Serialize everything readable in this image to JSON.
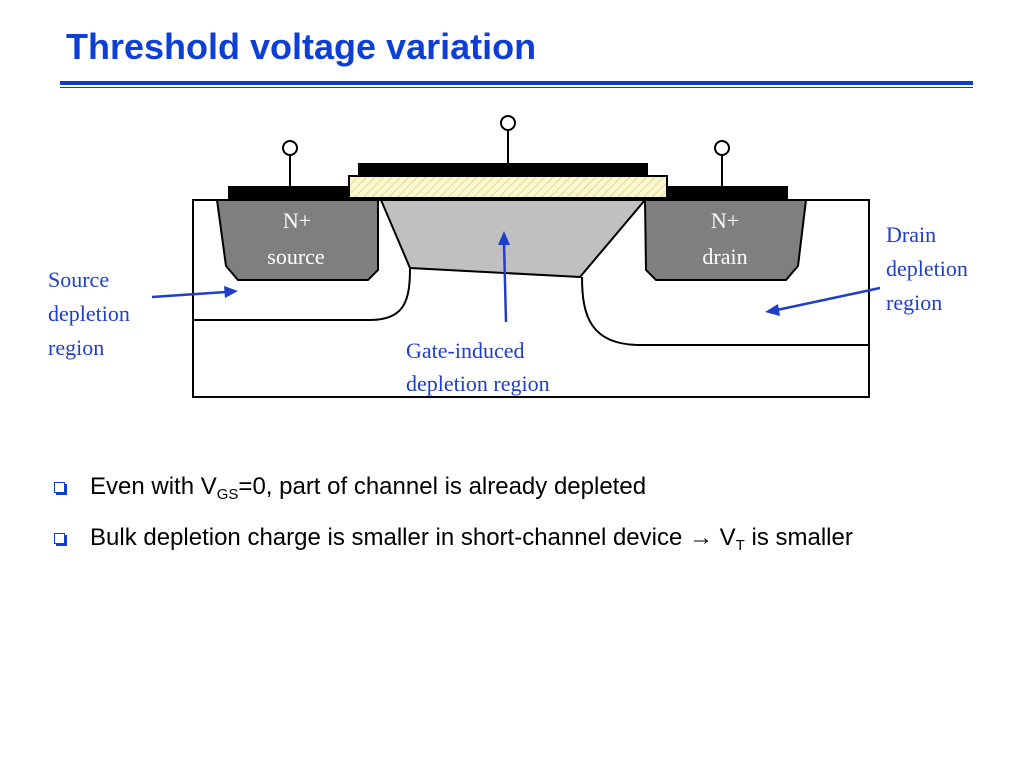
{
  "title": "Threshold voltage variation",
  "diagram": {
    "source_label_line1": "N+",
    "source_label_line2": "source",
    "drain_label_line1": "N+",
    "drain_label_line2": "drain",
    "source_depletion_line1": "Source",
    "source_depletion_line2": "depletion",
    "source_depletion_line3": "region",
    "drain_depletion_line1": "Drain",
    "drain_depletion_line2": "depletion",
    "drain_depletion_line3": "region",
    "gate_depletion_line1": "Gate-induced",
    "gate_depletion_line2": "depletion region"
  },
  "bullets": [
    {
      "pre": "Even with V",
      "sub": "GS",
      "post": "=0, part of channel is already depleted"
    },
    {
      "pre": "Bulk depletion charge is smaller in short-channel device → V",
      "sub": "T",
      "post": " is smaller"
    }
  ],
  "colors": {
    "accent": "#0d3fd6",
    "label_blue": "#1f3fc8",
    "diffusion_gray": "#7f7f7f",
    "depletion_gray": "#c0c0c0",
    "oxide_fill": "#fbf7cf"
  }
}
